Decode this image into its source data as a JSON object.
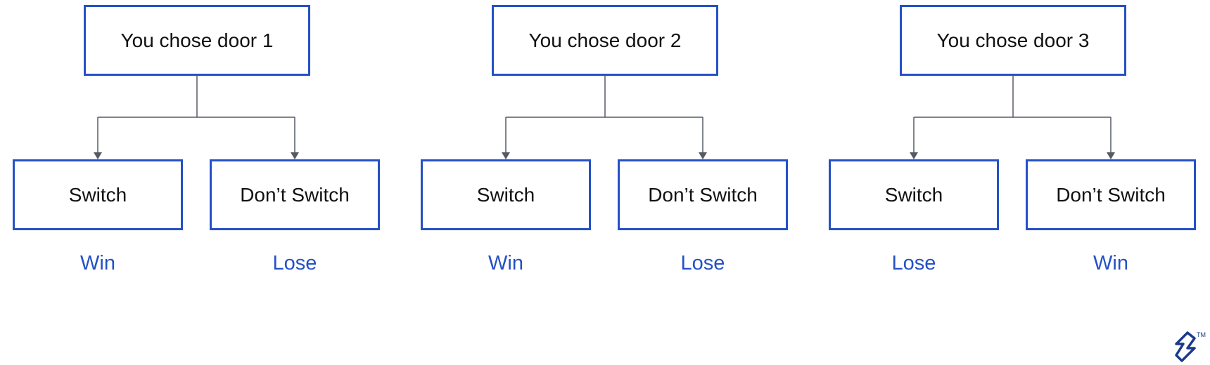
{
  "colors": {
    "box_border": "#2451c6",
    "connector": "#555a66",
    "outcome_text": "#2451c6",
    "node_text": "#111111"
  },
  "trees": [
    {
      "root": "You chose door 1",
      "branches": [
        {
          "label": "Switch",
          "outcome": "Win"
        },
        {
          "label": "Don’t Switch",
          "outcome": "Lose"
        }
      ]
    },
    {
      "root": "You chose door 2",
      "branches": [
        {
          "label": "Switch",
          "outcome": "Win"
        },
        {
          "label": "Don’t Switch",
          "outcome": "Lose"
        }
      ]
    },
    {
      "root": "You chose door 3",
      "branches": [
        {
          "label": "Switch",
          "outcome": "Lose"
        },
        {
          "label": "Don’t Switch",
          "outcome": "Win"
        }
      ]
    }
  ],
  "brand": {
    "icon": "logo-icon",
    "trademark": "TM"
  }
}
